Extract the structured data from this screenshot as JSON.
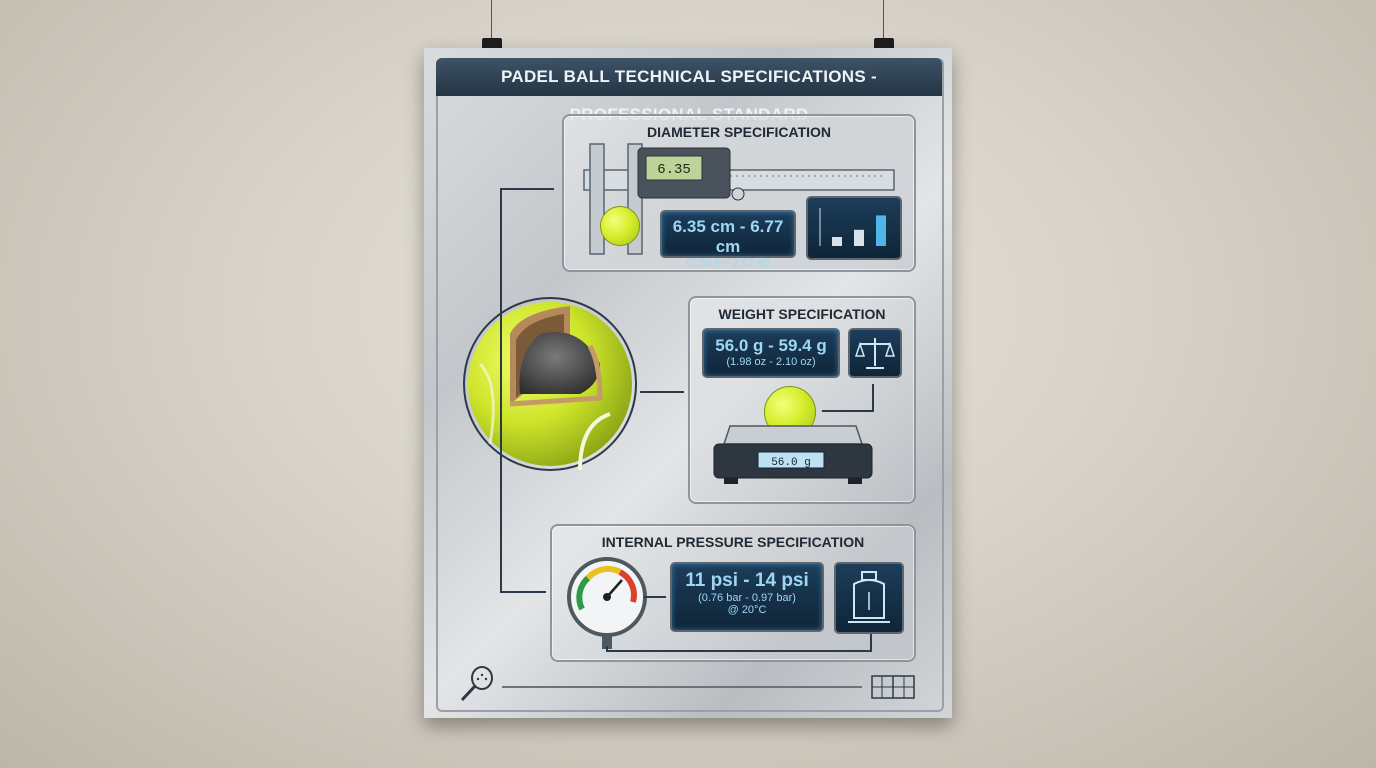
{
  "poster": {
    "title": "PADEL BALL TECHNICAL SPECIFICATIONS - PROFESSIONAL STANDARD"
  },
  "diameter": {
    "title": "DIAMETER SPECIFICATION",
    "caliper_readout": "6.35",
    "range_metric": "6.35 cm - 6.77 cm",
    "range_imperial": "(2.50 in - 2.67 in)",
    "chart_values": [
      0.25,
      0.45,
      0.85
    ]
  },
  "weight": {
    "title": "WEIGHT SPECIFICATION",
    "range_metric": "56.0 g - 59.4 g",
    "range_imperial": "(1.98 oz - 2.10 oz)",
    "scale_readout": "56.0 g"
  },
  "pressure": {
    "title": "INTERNAL PRESSURE SPECIFICATION",
    "range_psi": "11 psi - 14 psi",
    "range_bar": "(0.76 bar - 0.97 bar)",
    "condition": "@ 20°C"
  },
  "icons": [
    "caliper-icon",
    "bar-chart-icon",
    "balance-scale-icon",
    "digital-scale-icon",
    "pressure-gauge-icon",
    "pressure-tank-icon",
    "padel-racket-icon",
    "court-icon"
  ]
}
